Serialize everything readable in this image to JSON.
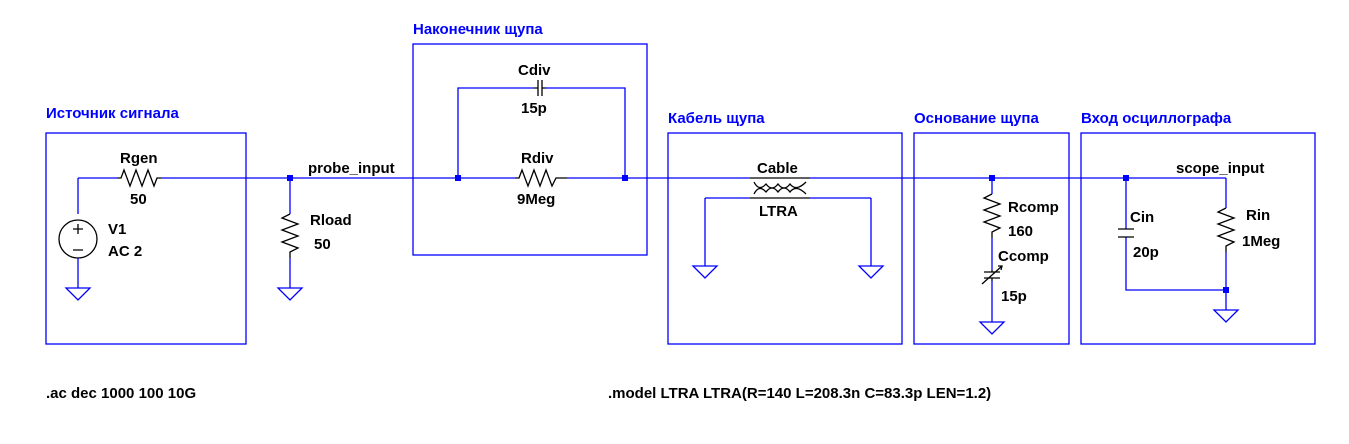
{
  "sections": {
    "source": "Источник сигнала",
    "probe_tip": "Наконечник щупа",
    "probe_cable": "Кабель щупа",
    "probe_base": "Основание щупа",
    "scope_in": "Вход осциллографа"
  },
  "nets": {
    "probe_input": "probe_input",
    "scope_input": "scope_input"
  },
  "components": {
    "rgen": {
      "name": "Rgen",
      "value": "50"
    },
    "v1": {
      "name": "V1",
      "value": "AC 2"
    },
    "rload": {
      "name": "Rload",
      "value": "50"
    },
    "cdiv": {
      "name": "Cdiv",
      "value": "15p"
    },
    "rdiv": {
      "name": "Rdiv",
      "value": "9Meg"
    },
    "cable": {
      "name": "Cable",
      "value": "LTRA"
    },
    "rcomp": {
      "name": "Rcomp",
      "value": "160"
    },
    "ccomp": {
      "name": "Ccomp",
      "value": "15p"
    },
    "cin": {
      "name": "Cin",
      "value": "20p"
    },
    "rin": {
      "name": "Rin",
      "value": "1Meg"
    }
  },
  "directives": {
    "ac": ".ac dec 1000 100 10G",
    "model": ".model LTRA LTRA(R=140 L=208.3n C=83.3p LEN=1.2)"
  }
}
